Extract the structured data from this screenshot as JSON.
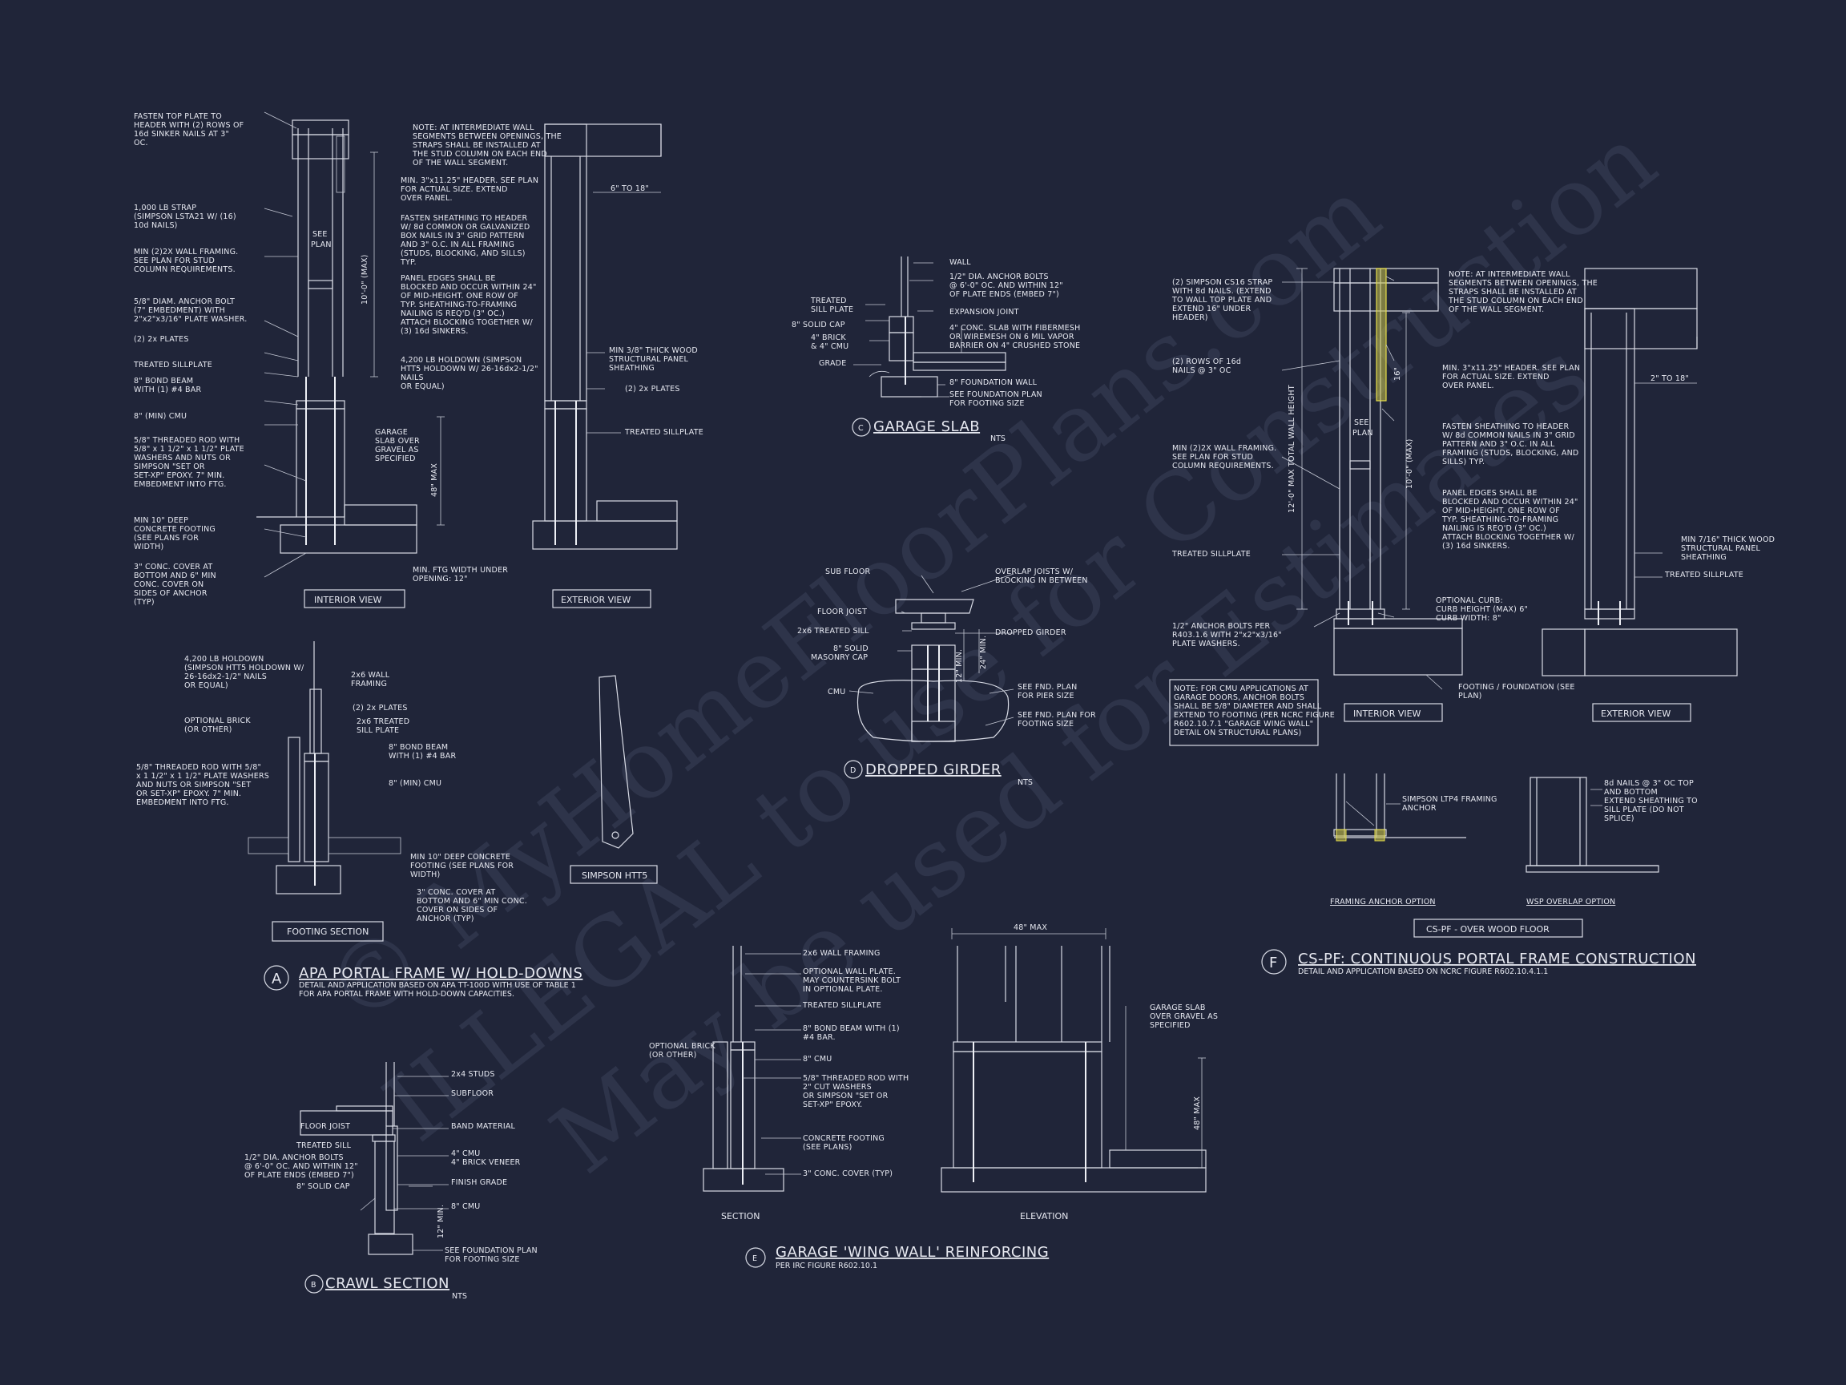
{
  "watermark": {
    "line1": "© MyHomeFloorPlans.com",
    "line2": "ILLEGAL to use for Construction",
    "line3": "May be used for Estimates"
  },
  "detail_a": {
    "marker": "A",
    "title": "APA PORTAL FRAME W/ HOLD-DOWNS",
    "subtitle1": "DETAIL AND APPLICATION BASED ON APA TT-100D WITH USE OF TABLE 1",
    "subtitle2": "FOR APA PORTAL FRAME WITH HOLD-DOWN CAPACITIES.",
    "interior_label": "INTERIOR VIEW",
    "exterior_label": "EXTERIOR VIEW",
    "footing_label": "FOOTING SECTION",
    "simpson_label": "SIMPSON HTT5",
    "notes_left": [
      [
        "FASTEN TOP PLATE TO",
        "HEADER WITH (2) ROWS OF",
        "16d SINKER NAILS AT 3\"",
        "OC."
      ],
      [
        "1,000 LB STRAP",
        "(SIMPSON LSTA21 W/ (16)",
        "10d NAILS)"
      ],
      [
        "MIN (2)2X WALL FRAMING.",
        "SEE PLAN FOR STUD",
        "COLUMN REQUIREMENTS."
      ],
      [
        "5/8\" DIAM. ANCHOR BOLT",
        "(7\" EMBEDMENT) WITH",
        "2\"x2\"x3/16\" PLATE WASHER."
      ],
      [
        "(2) 2x PLATES"
      ],
      [
        "TREATED SILLPLATE"
      ],
      [
        "8\" BOND BEAM",
        "WITH (1) #4 BAR"
      ],
      [
        "8\" (MIN) CMU"
      ],
      [
        "5/8\" THREADED ROD WITH",
        "5/8\" x 1 1/2\" x 1 1/2\" PLATE",
        "WASHERS AND NUTS OR",
        "SIMPSON \"SET OR",
        "SET-XP\" EPOXY. 7\" MIN.",
        "EMBEDMENT INTO FTG."
      ],
      [
        "MIN 10\" DEEP",
        "CONCRETE FOOTING",
        "(SEE PLANS FOR",
        "WIDTH)"
      ],
      [
        "3\" CONC. COVER AT",
        "BOTTOM AND 6\" MIN",
        "CONC. COVER ON",
        "SIDES OF ANCHOR",
        "(TYP)"
      ]
    ],
    "notes_mid": [
      [
        "NOTE: AT INTERMEDIATE WALL",
        "SEGMENTS BETWEEN OPENINGS, THE",
        "STRAPS SHALL BE INSTALLED AT",
        "THE STUD COLUMN ON EACH END",
        "OF THE WALL SEGMENT."
      ],
      [
        "MIN. 3\"x11.25\" HEADER. SEE PLAN",
        "FOR ACTUAL SIZE. EXTEND",
        "OVER PANEL."
      ],
      [
        "FASTEN SHEATHING TO HEADER",
        "W/ 8d COMMON OR GALVANIZED",
        "BOX NAILS IN 3\" GRID PATTERN",
        "AND 3\" O.C. IN ALL FRAMING",
        "(STUDS, BLOCKING, AND SILLS)",
        "TYP."
      ],
      [
        "PANEL EDGES SHALL BE",
        "BLOCKED AND OCCUR WITHIN 24\"",
        "OF MID-HEIGHT. ONE ROW OF",
        "TYP. SHEATHING-TO-FRAMING",
        "NAILING IS REQ'D (3\" OC.)",
        "ATTACH BLOCKING TOGETHER W/",
        "(3) 16d SINKERS."
      ],
      [
        "4,200 LB HOLDOWN (SIMPSON",
        "HTT5 HOLDOWN W/ 26-16dx2-1/2\"",
        "NAILS",
        "OR EQUAL)"
      ],
      [
        "GARAGE",
        "SLAB OVER",
        "GRAVEL AS",
        "SPECIFIED"
      ]
    ],
    "dim_height": "10'-0\" (MAX)",
    "dim_48": "48\" MAX",
    "see_plan": [
      "SEE",
      "PLAN"
    ],
    "min_ftg": [
      "MIN. FTG WIDTH UNDER",
      "OPENING: 12\""
    ],
    "exterior_dim": "6\" TO 18\"",
    "exterior_notes": [
      [
        "MIN 3/8\" THICK WOOD",
        "STRUCTURAL PANEL",
        "SHEATHING"
      ],
      [
        "(2) 2x PLATES"
      ],
      [
        "TREATED SILLPLATE"
      ]
    ],
    "footing_notes_left": [
      [
        "4,200 LB HOLDOWN",
        "(SIMPSON HTT5 HOLDOWN W/",
        "26-16dx2-1/2\" NAILS",
        "OR EQUAL)"
      ],
      [
        "OPTIONAL BRICK",
        "(OR OTHER)"
      ],
      [
        "5/8\" THREADED ROD WITH 5/8\"",
        "x 1 1/2\" x 1 1/2\" PLATE WASHERS",
        "AND NUTS OR SIMPSON \"SET",
        "OR SET-XP\" EPOXY. 7\" MIN.",
        "EMBEDMENT INTO FTG."
      ]
    ],
    "footing_notes_right": [
      [
        "2x6 WALL",
        "FRAMING"
      ],
      [
        "(2) 2x PLATES"
      ],
      [
        "2x6 TREATED",
        "SILL PLATE"
      ],
      [
        "8\" BOND BEAM",
        "WITH (1) #4 BAR"
      ],
      [
        "8\" (MIN) CMU"
      ],
      [
        "MIN 10\" DEEP CONCRETE",
        "FOOTING (SEE PLANS FOR",
        "WIDTH)"
      ],
      [
        "3\" CONC. COVER AT",
        "BOTTOM AND 6\" MIN CONC.",
        "COVER ON SIDES OF",
        "ANCHOR (TYP)"
      ]
    ]
  },
  "detail_b": {
    "marker": "B",
    "title": "CRAWL SECTION",
    "scale": "NTS",
    "notes_left": [
      [
        "FLOOR JOIST"
      ],
      [
        "TREATED SILL"
      ],
      [
        "1/2\" DIA. ANCHOR BOLTS",
        "@ 6'-0\" OC. AND WITHIN 12\"",
        "OF PLATE ENDS (EMBED 7\")"
      ],
      [
        "8\" SOLID CAP"
      ]
    ],
    "notes_right": [
      [
        "2x4 STUDS"
      ],
      [
        "SUBFLOOR"
      ],
      [
        "BAND MATERIAL"
      ],
      [
        "4\" CMU",
        "4\" BRICK VENEER"
      ],
      [
        "FINISH GRADE"
      ],
      [
        "8\" CMU"
      ],
      [
        "SEE FOUNDATION PLAN",
        "FOR FOOTING SIZE"
      ]
    ],
    "dim": "12\" MIN."
  },
  "detail_c": {
    "marker": "C",
    "title": "GARAGE SLAB",
    "scale": "NTS",
    "notes_left": [
      [
        "TREATED",
        "SILL PLATE"
      ],
      [
        "8\" SOLID CAP"
      ],
      [
        "4\" BRICK",
        "& 4\" CMU"
      ],
      [
        "GRADE"
      ]
    ],
    "notes_right": [
      [
        "WALL"
      ],
      [
        "1/2\" DIA. ANCHOR BOLTS",
        "@ 6'-0\" OC. AND WITHIN 12\"",
        "OF PLATE ENDS (EMBED 7\")"
      ],
      [
        "EXPANSION JOINT"
      ],
      [
        "4\" CONC. SLAB WITH FIBERMESH",
        "OR WIREMESH ON 6 MIL VAPOR",
        "BARRIER ON 4\" CRUSHED STONE"
      ],
      [
        "8\" FOUNDATION WALL"
      ],
      [
        "SEE FOUNDATION PLAN",
        "FOR FOOTING SIZE"
      ]
    ]
  },
  "detail_d": {
    "marker": "D",
    "title": "DROPPED GIRDER",
    "scale": "NTS",
    "notes_left": [
      [
        "SUB FLOOR"
      ],
      [
        "FLOOR JOIST"
      ],
      [
        "2x6 TREATED SILL"
      ],
      [
        "8\" SOLID",
        "MASONRY CAP"
      ],
      [
        "CMU"
      ]
    ],
    "notes_right": [
      [
        "OVERLAP JOISTS W/",
        "BLOCKING IN BETWEEN"
      ],
      [
        "DROPPED GIRDER"
      ],
      [
        "SEE FND. PLAN",
        "FOR PIER SIZE"
      ],
      [
        "SEE FND. PLAN FOR",
        "FOOTING SIZE"
      ]
    ],
    "dim1": "12\" MIN.",
    "dim2": "24\" MIN."
  },
  "detail_e": {
    "marker": "E",
    "title": "GARAGE 'WING WALL' REINFORCING",
    "subtitle": "PER IRC FIGURE R602.10.1",
    "section_label": "SECTION",
    "elevation_label": "ELEVATION",
    "notes_left": [
      [
        "OPTIONAL BRICK",
        "(OR OTHER)"
      ]
    ],
    "notes_mid": [
      [
        "2x6 WALL FRAMING"
      ],
      [
        "OPTIONAL WALL PLATE.",
        "MAY COUNTERSINK BOLT",
        "IN OPTIONAL PLATE."
      ],
      [
        "TREATED SILLPLATE"
      ],
      [
        "8\" BOND BEAM WITH (1)",
        "#4 BAR."
      ],
      [
        "8\" CMU"
      ],
      [
        "5/8\" THREADED ROD WITH",
        "2\" CUT WASHERS",
        "OR SIMPSON \"SET OR",
        "SET-XP\" EPOXY."
      ],
      [
        "CONCRETE FOOTING",
        "(SEE PLANS)"
      ],
      [
        "3\" CONC. COVER (TYP)"
      ]
    ],
    "dim_top": "48\" MAX",
    "dim_side": "48\" MAX",
    "notes_right": [
      [
        "GARAGE SLAB",
        "OVER GRAVEL AS",
        "SPECIFIED"
      ]
    ]
  },
  "detail_f": {
    "marker": "F",
    "title": "CS-PF: CONTINUOUS PORTAL FRAME CONSTRUCTION",
    "subtitle": "DETAIL AND APPLICATION BASED ON NCRC FIGURE R602.10.4.1.1",
    "interior_label": "INTERIOR VIEW",
    "exterior_label": "EXTERIOR VIEW",
    "wood_floor_label": "CS-PF - OVER WOOD FLOOR",
    "framing_option": "FRAMING ANCHOR OPTION",
    "wsp_option": "WSP OVERLAP OPTION",
    "notes_left": [
      [
        "(2) SIMPSON CS16 STRAP",
        "WITH 8d NAILS. (EXTEND",
        "TO WALL TOP PLATE AND",
        "EXTEND 16\" UNDER",
        "HEADER)"
      ],
      [
        "(2) ROWS OF 16d",
        "NAILS @ 3\" OC"
      ],
      [
        "MIN (2)2X WALL FRAMING.",
        "SEE PLAN FOR STUD",
        "COLUMN REQUIREMENTS."
      ],
      [
        "TREATED SILLPLATE"
      ],
      [
        "1/2\" ANCHOR BOLTS PER",
        "R403.1.6 WITH 2\"x2\"x3/16\"",
        "PLATE WASHERS."
      ]
    ],
    "note_box": [
      "NOTE: FOR CMU APPLICATIONS AT",
      "GARAGE DOORS, ANCHOR BOLTS",
      "SHALL BE 5/8\" DIAMETER AND SHALL",
      "EXTEND TO FOOTING (PER NCRC FIGURE",
      "R602.10.7.1 \"GARAGE WING WALL\"",
      "DETAIL ON STRUCTURAL PLANS)"
    ],
    "notes_mid": [
      [
        "NOTE: AT INTERMEDIATE WALL",
        "SEGMENTS BETWEEN OPENINGS, THE",
        "STRAPS SHALL BE INSTALLED AT",
        "THE STUD COLUMN ON EACH END",
        "OF THE WALL SEGMENT."
      ],
      [
        "MIN. 3\"x11.25\" HEADER. SEE PLAN",
        "FOR ACTUAL SIZE. EXTEND",
        "OVER PANEL."
      ],
      [
        "FASTEN SHEATHING TO HEADER",
        "W/ 8d COMMON NAILS IN 3\" GRID",
        "PATTERN AND 3\" O.C. IN ALL",
        "FRAMING (STUDS, BLOCKING, AND",
        "SILLS) TYP."
      ],
      [
        "PANEL EDGES SHALL BE",
        "BLOCKED AND OCCUR WITHIN 24\"",
        "OF MID-HEIGHT. ONE ROW OF",
        "TYP. SHEATHING-TO-FRAMING",
        "NAILING IS REQ'D (3\" OC.)",
        "ATTACH BLOCKING TOGETHER W/",
        "(3) 16d SINKERS."
      ],
      [
        "OPTIONAL CURB:",
        "CURB HEIGHT (MAX) 6\"",
        "CURB WIDTH: 8\""
      ],
      [
        "FOOTING / FOUNDATION (SEE",
        "PLAN)"
      ]
    ],
    "exterior_dim": "2\" TO 18\"",
    "exterior_notes": [
      [
        "MIN 7/16\" THICK WOOD",
        "STRUCTURAL PANEL",
        "SHEATHING"
      ],
      [
        "TREATED SILLPLATE"
      ]
    ],
    "dim_total": "12'-0\" MAX TOTAL WALL HEIGHT",
    "dim_wall": "10'-0\" (MAX)",
    "dim_16": "16\"",
    "see_plan": [
      "SEE",
      "PLAN"
    ],
    "framing_anchor_note": [
      "SIMPSON LTP4 FRAMING",
      "ANCHOR"
    ],
    "wsp_note": [
      "8d NAILS @ 3\" OC TOP",
      "AND BOTTOM",
      "EXTEND SHEATHING TO",
      "SILL PLATE (DO NOT",
      "SPLICE)"
    ]
  }
}
